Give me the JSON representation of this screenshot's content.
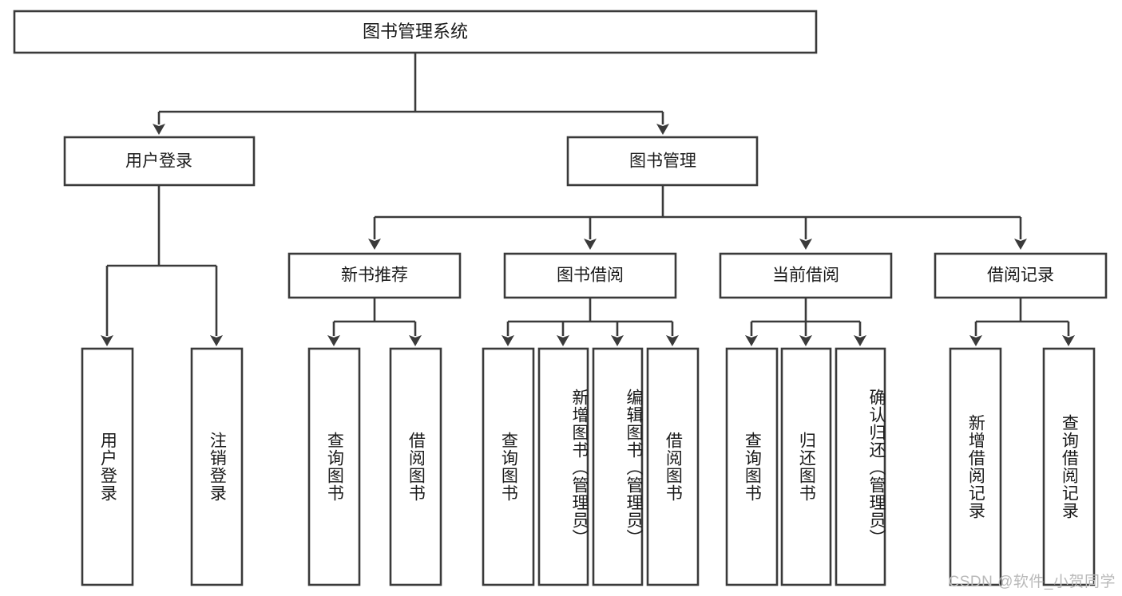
{
  "diagram": {
    "type": "tree",
    "title": "图书管理系统",
    "root": {
      "id": "root",
      "label": "图书管理系统"
    },
    "level2": [
      {
        "id": "user-login",
        "label": "用户登录"
      },
      {
        "id": "book-manage",
        "label": "图书管理"
      }
    ],
    "level3": [
      {
        "id": "new-book-recommend",
        "label": "新书推荐",
        "parent": "book-manage"
      },
      {
        "id": "book-borrow",
        "label": "图书借阅",
        "parent": "book-manage"
      },
      {
        "id": "current-borrow",
        "label": "当前借阅",
        "parent": "book-manage"
      },
      {
        "id": "borrow-record",
        "label": "借阅记录",
        "parent": "book-manage"
      }
    ],
    "leaves": [
      {
        "id": "leaf-user-login",
        "label": "用户登录",
        "parent": "user-login",
        "align": "centered"
      },
      {
        "id": "leaf-user-logout",
        "label": "注销登录",
        "parent": "user-login",
        "align": "centered"
      },
      {
        "id": "leaf-query-book-1",
        "label": "查询图书",
        "parent": "new-book-recommend",
        "align": "centered"
      },
      {
        "id": "leaf-borrow-book-1",
        "label": "借阅图书",
        "parent": "new-book-recommend",
        "align": "centered"
      },
      {
        "id": "leaf-query-book-2",
        "label": "查询图书",
        "parent": "book-borrow",
        "align": "centered"
      },
      {
        "id": "leaf-add-book",
        "label": "新增图书（管理员）",
        "parent": "book-borrow",
        "align": "top"
      },
      {
        "id": "leaf-edit-book",
        "label": "编辑图书（管理员）",
        "parent": "book-borrow",
        "align": "top"
      },
      {
        "id": "leaf-borrow-book-2",
        "label": "借阅图书",
        "parent": "book-borrow",
        "align": "centered"
      },
      {
        "id": "leaf-query-book-3",
        "label": "查询图书",
        "parent": "current-borrow",
        "align": "centered"
      },
      {
        "id": "leaf-return-book",
        "label": "归还图书",
        "parent": "current-borrow",
        "align": "centered"
      },
      {
        "id": "leaf-confirm-return",
        "label": "确认归还（管理员）",
        "parent": "current-borrow",
        "align": "top"
      },
      {
        "id": "leaf-add-record",
        "label": "新增借阅记录",
        "parent": "borrow-record",
        "align": "centered"
      },
      {
        "id": "leaf-query-record",
        "label": "查询借阅记录",
        "parent": "borrow-record",
        "align": "centered"
      }
    ],
    "colors": {
      "stroke": "#3a3a3a",
      "fill": "#ffffff",
      "text": "#1a1a1a",
      "watermark": "#b9b9b9"
    }
  },
  "watermark": {
    "text": "CSDN @软件_小贺同学"
  }
}
